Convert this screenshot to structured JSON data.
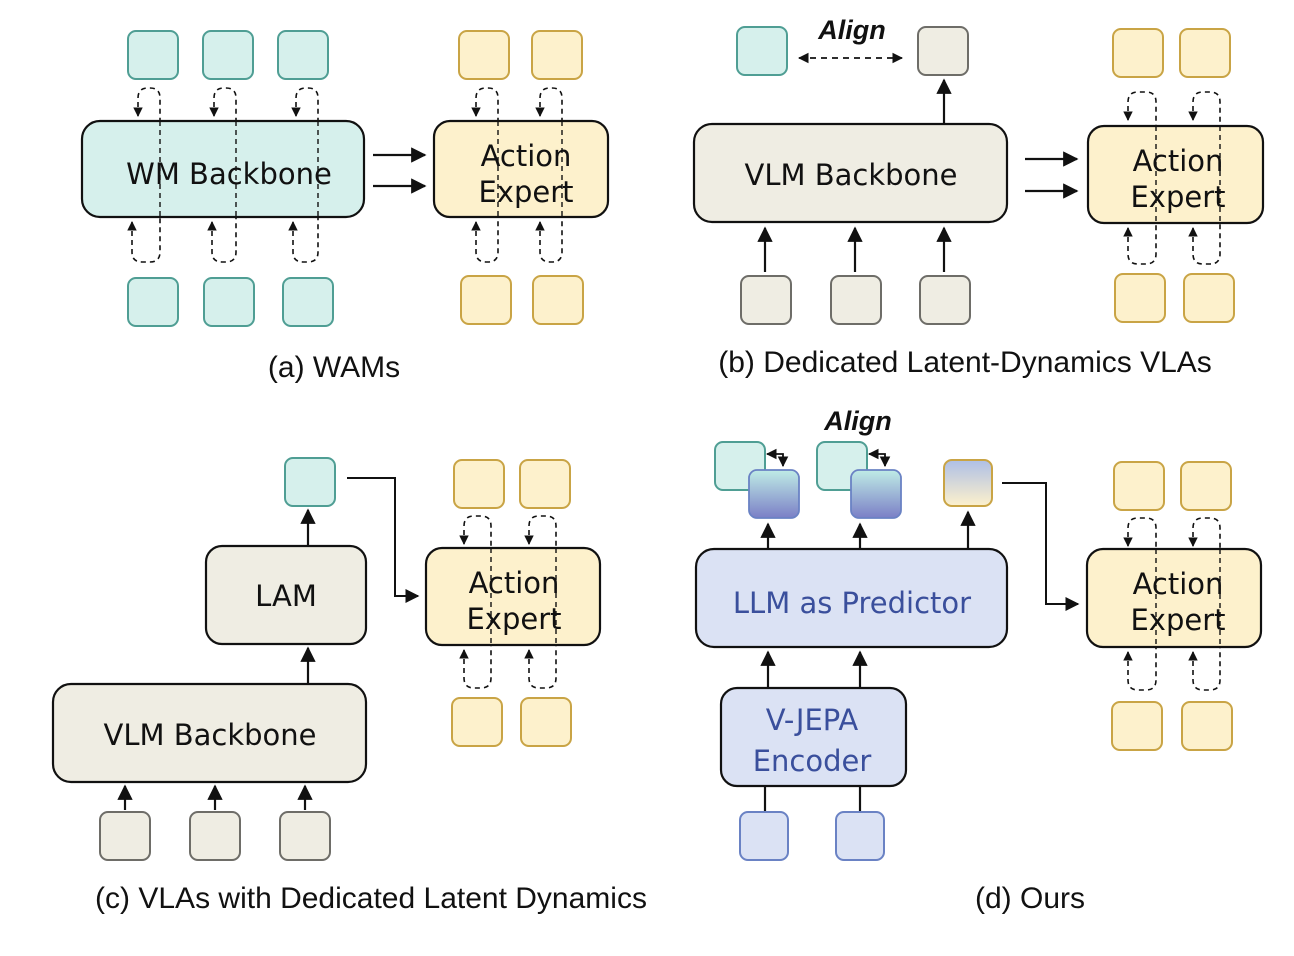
{
  "colors": {
    "teal_fill": "#d6f0ec",
    "teal_stroke": "#4f9e94",
    "yellow_fill": "#fdf1cc",
    "yellow_stroke": "#c9a445",
    "beige_fill": "#efede3",
    "beige_stroke": "#6e6d68",
    "blue_fill": "#dbe2f4",
    "blue_stroke": "#6a82c4",
    "blue_text": "#3a4f9c",
    "line": "#111111"
  },
  "panels": {
    "a": {
      "caption": "(a) WAMs",
      "backbone_label": "WM Backbone",
      "expert_label_line1": "Action",
      "expert_label_line2": "Expert"
    },
    "b": {
      "caption": "(b) Dedicated Latent-Dynamics VLAs",
      "align_label": "Align",
      "backbone_label": "VLM Backbone",
      "expert_label_line1": "Action",
      "expert_label_line2": "Expert"
    },
    "c": {
      "caption": "(c) VLAs with Dedicated Latent Dynamics",
      "lam_label": "LAM",
      "backbone_label": "VLM Backbone",
      "expert_label_line1": "Action",
      "expert_label_line2": "Expert"
    },
    "d": {
      "caption": "(d) Ours",
      "align_label": "Align",
      "predictor_label": "LLM as Predictor",
      "encoder_label_line1": "V-JEPA",
      "encoder_label_line2": "Encoder",
      "expert_label_line1": "Action",
      "expert_label_line2": "Expert"
    }
  }
}
